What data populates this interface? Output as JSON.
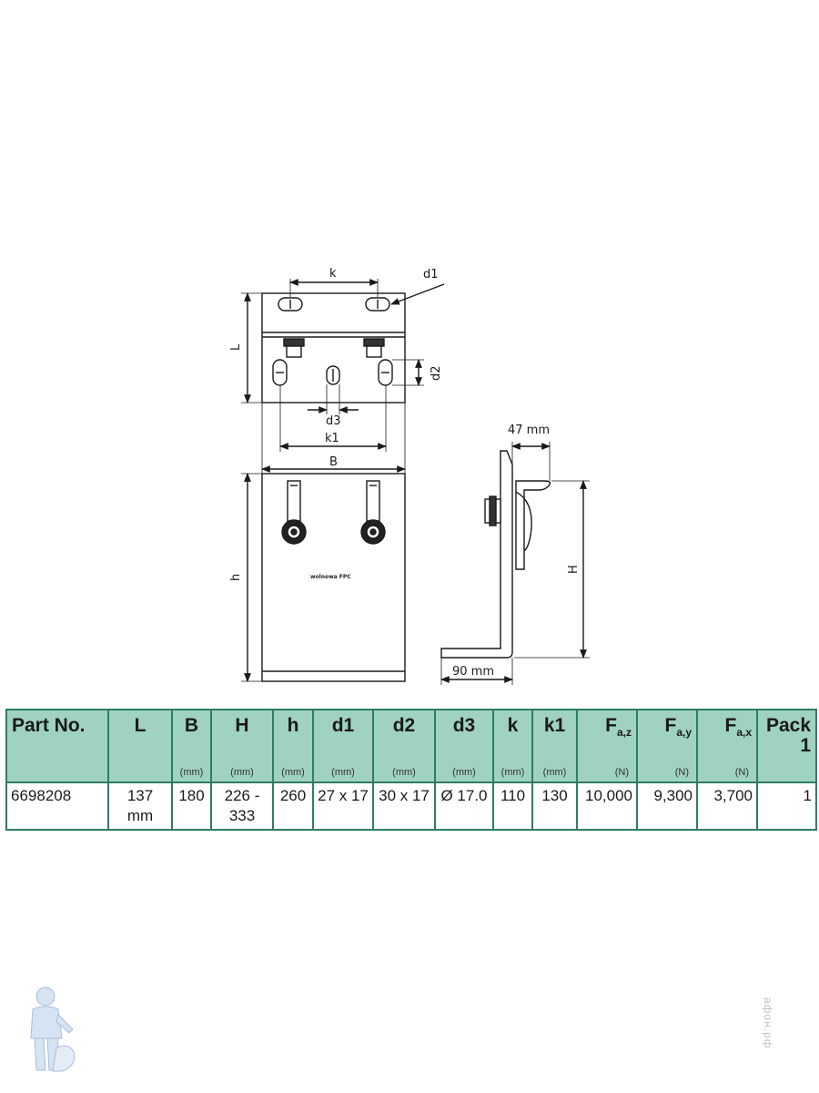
{
  "drawing": {
    "labels": {
      "k": "k",
      "d1": "d1",
      "L": "L",
      "d2": "d2",
      "d3": "d3",
      "k1": "k1",
      "B": "B",
      "h": "h",
      "H": "H",
      "offset_top": "47 mm",
      "offset_bottom": "90 mm",
      "brand": "wolnowa FPC"
    }
  },
  "table": {
    "headers": [
      {
        "name": "Part No.",
        "unit": ""
      },
      {
        "name": "L",
        "unit": ""
      },
      {
        "name": "B",
        "unit": "(mm)"
      },
      {
        "name": "H",
        "unit": "(mm)"
      },
      {
        "name": "h",
        "unit": "(mm)"
      },
      {
        "name": "d1",
        "unit": "(mm)"
      },
      {
        "name": "d2",
        "unit": "(mm)"
      },
      {
        "name": "d3",
        "unit": "(mm)"
      },
      {
        "name": "k",
        "unit": "(mm)"
      },
      {
        "name": "k1",
        "unit": "(mm)"
      },
      {
        "name": "F",
        "sub": "a,z",
        "unit": "(N)"
      },
      {
        "name": "F",
        "sub": "a,y",
        "unit": "(N)"
      },
      {
        "name": "F",
        "sub": "a,x",
        "unit": "(N)"
      },
      {
        "name": "Pack",
        "name2": "1",
        "unit": ""
      }
    ],
    "rows": [
      {
        "part_no": "6698208",
        "L": "137 mm",
        "B": "180",
        "H": "226 - 333",
        "h": "260",
        "d1": "27 x 17",
        "d2": "30 x 17",
        "d3": "Ø 17.0",
        "k": "110",
        "k1": "130",
        "Faz": "10,000",
        "Fay": "9,300",
        "Fax": "3,700",
        "pack": "1"
      }
    ]
  },
  "watermark": "афон.рф"
}
